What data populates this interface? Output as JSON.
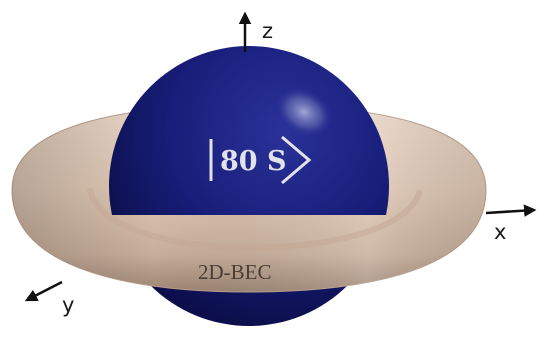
{
  "axes": {
    "z_label": "z",
    "x_label": "x",
    "y_label": "y"
  },
  "state_label": {
    "number": "80 S"
  },
  "bec_label": "2D-BEC",
  "colors": {
    "sphere": "#141a6e",
    "sphere_highlight": "#7f85c0",
    "ring": "#dcc3b0",
    "ring_shadow": "#a88f7e",
    "axis": "#111111",
    "state_text": "#e2e2ea",
    "bec_text": "#4a3f37"
  }
}
